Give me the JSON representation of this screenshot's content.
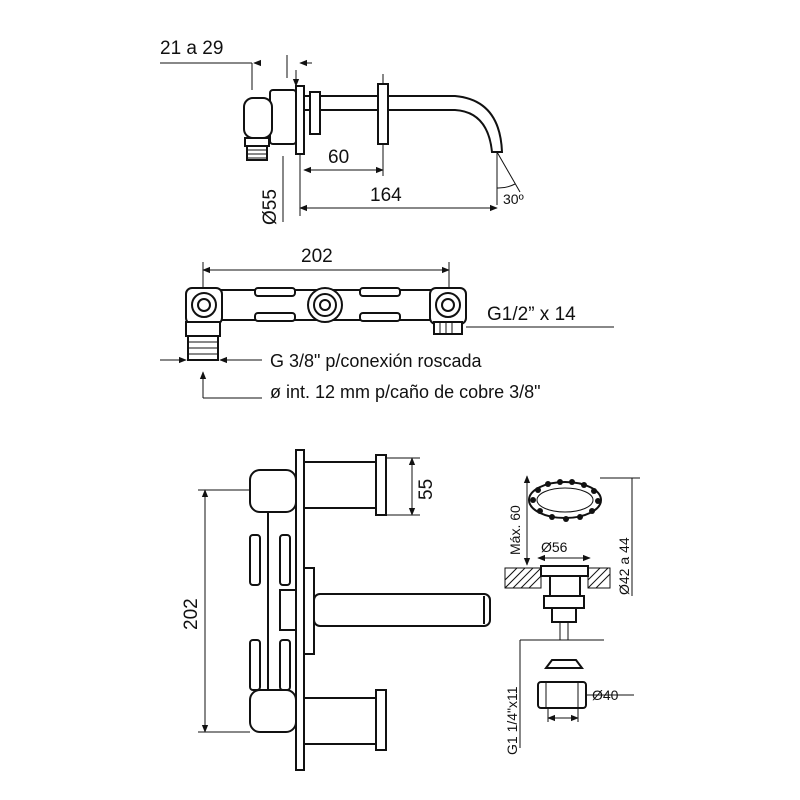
{
  "top_view": {
    "dim_depth": "21 a 29",
    "dim_60": "60",
    "dim_diameter": "Ø55",
    "dim_164": "164",
    "dim_angle": "30º"
  },
  "middle_view": {
    "dim_202": "202",
    "thread_right": "G1/2” x 14",
    "note_thread": "G 3/8\" p/conexión roscada",
    "note_copper": "ø int. 12 mm p/caño de cobre 3/8\""
  },
  "front_view": {
    "dim_55": "55",
    "dim_202": "202"
  },
  "drain_view": {
    "dim_max": "Máx. 60",
    "dim_56": "Ø56",
    "dim_42_44": "Ø42 a 44",
    "dim_thread": "G1 1/4\"x11",
    "dim_40": "Ø40"
  }
}
